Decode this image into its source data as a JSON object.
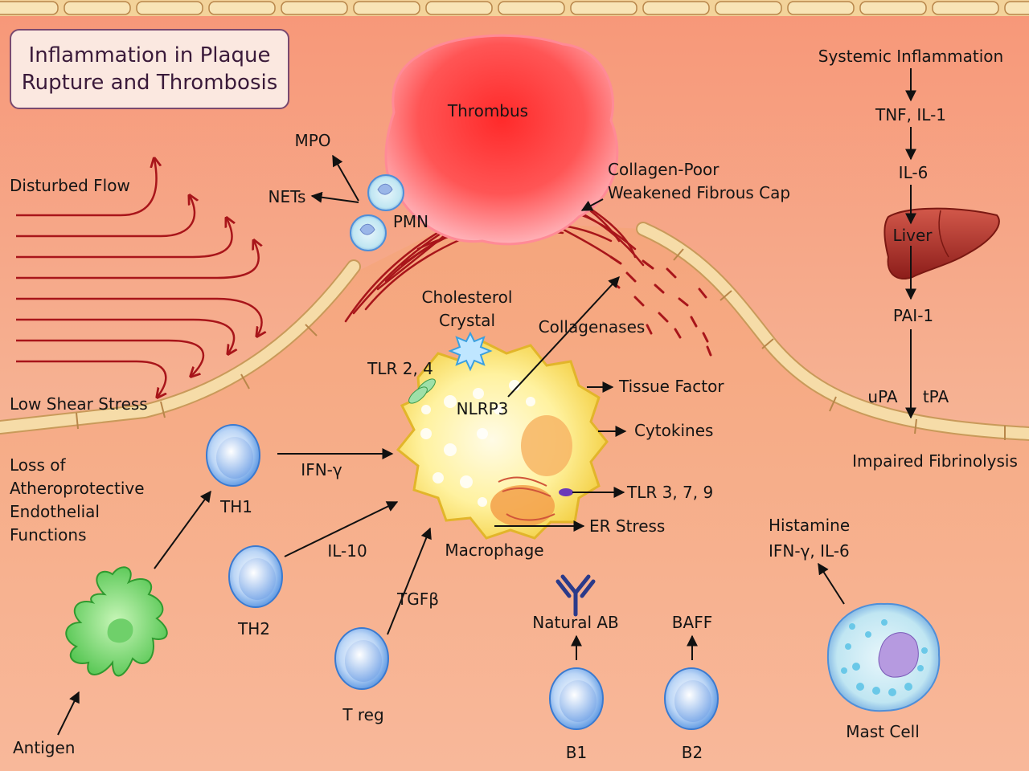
{
  "title": {
    "line1": "Inflammation in Plaque",
    "line2": "Rupture and Thrombosis"
  },
  "labels": {
    "thrombus": "Thrombus",
    "mpo": "MPO",
    "nets": "NETs",
    "pmn": "PMN",
    "disturbed_flow": "Disturbed Flow",
    "low_shear_stress": "Low Shear Stress",
    "collagen_poor": "Collagen-Poor",
    "weakened_cap": "Weakened Fibrous Cap",
    "cholesterol": "Cholesterol",
    "crystal": "Crystal",
    "collagenases": "Collagenases",
    "tlr24": "TLR 2, 4",
    "nlrp3": "NLRP3",
    "tissue_factor": "Tissue Factor",
    "cytokines": "Cytokines",
    "tlr379": "TLR 3, 7, 9",
    "er_stress": "ER Stress",
    "macrophage": "Macrophage",
    "loss1": "Loss of",
    "loss2": "Atheroprotective",
    "loss3": "Endothelial",
    "loss4": "Functions",
    "th1": "TH1",
    "ifn_gamma": "IFN-γ",
    "th2": "TH2",
    "il10": "IL-10",
    "treg": "T reg",
    "tgfb": "TGFβ",
    "antigen": "Antigen",
    "natural_ab": "Natural AB",
    "b1": "B1",
    "baff": "BAFF",
    "b2": "B2",
    "systemic_inflammation": "Systemic Inflammation",
    "tnf_il1": "TNF, IL-1",
    "il6": "IL-6",
    "liver": "Liver",
    "pai1": "PAI-1",
    "upa": "uPA",
    "tpa": "tPA",
    "impaired_fibrinolysis": "Impaired Fibrinolysis",
    "histamine": "Histamine",
    "ifn_il6": "IFN-γ, IL-6",
    "mast_cell": "Mast Cell"
  },
  "colors": {
    "background": "#f6b79a",
    "thrombus": "#ff4040",
    "macrophage": "#ffe066",
    "lymphocyte": "#a8c8f0",
    "dendritic_cell": "#7ad07a",
    "liver": "#b8332a",
    "collagen": "#a8151a",
    "endothelium": "#f6dca8"
  }
}
